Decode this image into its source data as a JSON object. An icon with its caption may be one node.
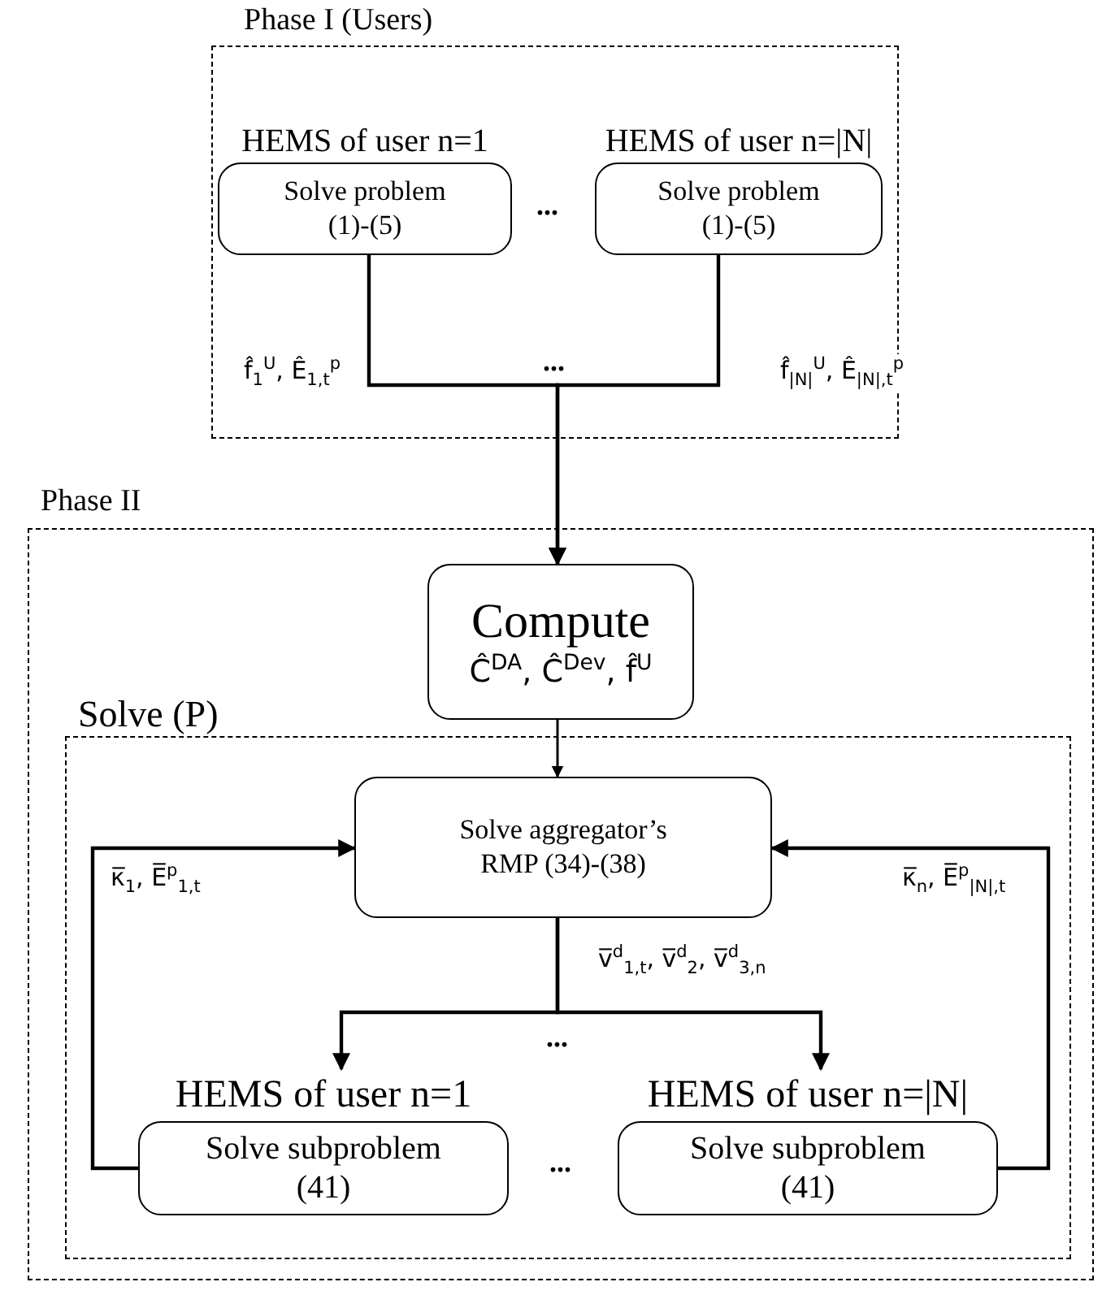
{
  "diagram": {
    "nodes": [
      {
        "text": [
          "Phase I (Users)"
        ]
      },
      {
        "text": [
          "HEMS of user n=1",
          "Solve problem (1)-(5)"
        ],
        "in": 0
      },
      {
        "text": [
          "HEMS of user n=|N|",
          "Solve problem (1)-(5)"
        ],
        "in": 0
      },
      {
        "text": [
          "Phase II"
        ]
      },
      {
        "text": [
          "Compute",
          "Ĉ$^{DA}$, Ĉ$^{Dev}$, f̂$^{U}$"
        ],
        "in": 3
      },
      {
        "text": [
          "Solve (P)"
        ],
        "in": 3
      },
      {
        "text": [
          "Solve aggregator’s RMP (34)-(38)"
        ],
        "in": 5
      },
      {
        "text": [
          "HEMS of user n=1",
          "Solve subproblem (41)"
        ],
        "in": 5
      },
      {
        "text": [
          "HEMS of user n=|N|",
          "Solve subproblem (41)"
        ],
        "in": 5
      }
    ],
    "edges": [
      {
        "from": 1,
        "to": 4,
        "arrow": "to",
        "label": "f̂$_{1}$$^{U}$, Ê$_{1,t}$$^{p}$"
      },
      {
        "from": 2,
        "to": 4,
        "arrow": "to",
        "label": "f̂$_{|N|}$$^{U}$, Ê$_{|N|,t}$$^{p}$"
      },
      {
        "from": 4,
        "to": 6,
        "arrow": "to"
      },
      {
        "from": 6,
        "to": 7,
        "arrow": "to",
        "label": "v̅$^{d}$$_{1,t}$, v̅$^{d}$$_{2}$, v̅$^{d}$$_{3,n}$"
      },
      {
        "from": 6,
        "to": 8,
        "arrow": "to"
      },
      {
        "from": 7,
        "to": 6,
        "arrow": "to",
        "label": "κ̅$_{1}$, E̅$^{p}$$_{1,t}$"
      },
      {
        "from": 8,
        "to": 6,
        "arrow": "to",
        "label": "κ̅$_{n}$, E̅$^{p}$$_{|N|,t}$"
      }
    ],
    "labels": [
      "...",
      "...",
      "...",
      "..."
    ]
  }
}
